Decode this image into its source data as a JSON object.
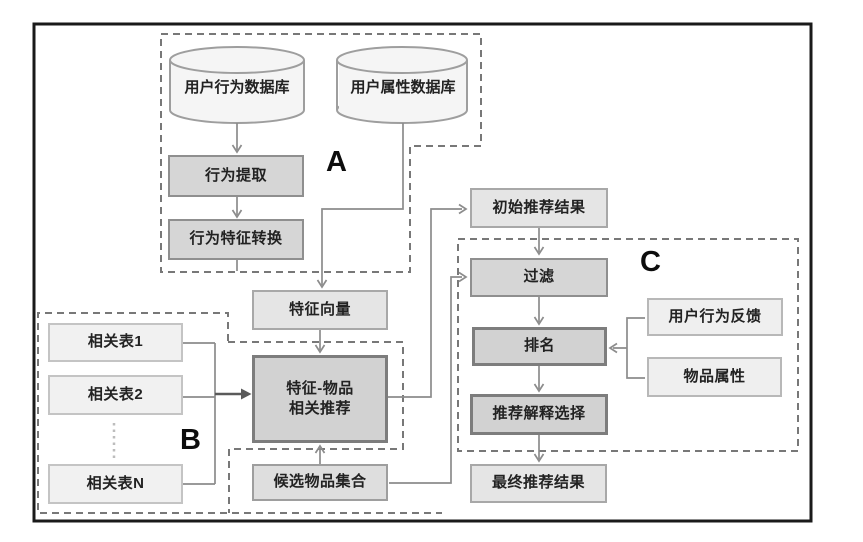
{
  "diagram": {
    "groups": {
      "a": {
        "label": "A"
      },
      "b": {
        "label": "B"
      },
      "c": {
        "label": "C"
      }
    },
    "nodes": {
      "user_behavior_db": {
        "label": "用户行为数据库",
        "shape": "cylinder"
      },
      "user_attribute_db": {
        "label": "用户属性数据库",
        "shape": "cylinder"
      },
      "behavior_extraction": {
        "label": "行为提取"
      },
      "behavior_feature_transform": {
        "label": "行为特征转换"
      },
      "feature_vector": {
        "label": "特征向量"
      },
      "related_table_1": {
        "label": "相关表1"
      },
      "related_table_2": {
        "label": "相关表2"
      },
      "related_table_n": {
        "label": "相关表N"
      },
      "feature_item_recommend": {
        "label_line1": "特征-物品",
        "label_line2": "相关推荐"
      },
      "candidate_item_set": {
        "label": "候选物品集合"
      },
      "initial_results": {
        "label": "初始推荐结果"
      },
      "filter": {
        "label": "过滤"
      },
      "ranking": {
        "label": "排名"
      },
      "user_behavior_feedback": {
        "label": "用户行为反馈"
      },
      "item_attributes": {
        "label": "物品属性"
      },
      "explanation_selection": {
        "label": "推荐解释选择"
      },
      "final_results": {
        "label": "最终推荐结果"
      }
    },
    "colors": {
      "frame": "#1a1a1a",
      "connector_gray": "#8c8c8c",
      "dashed_gray": "#787878",
      "emphasis_arrow": "#5a5a5a",
      "cylinder_fill": "#f5f5f5",
      "process_fill": "#d6d6d6",
      "dark_node_fill": "#d2d2d2",
      "light_node_fill": "#f1f1f1",
      "result_fill": "#e5e5e5",
      "text": "#222222"
    }
  }
}
